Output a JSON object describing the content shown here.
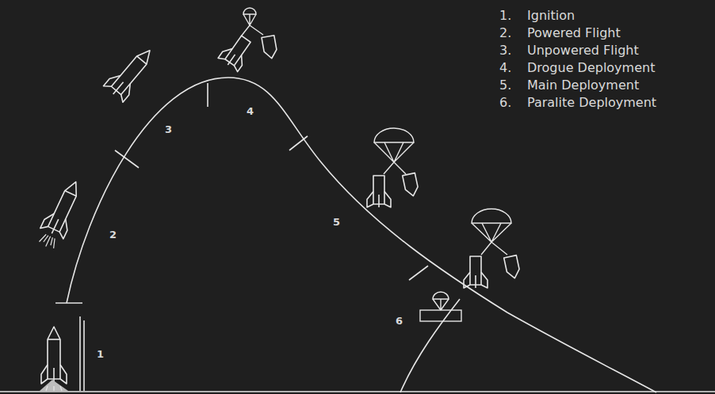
{
  "diagram": {
    "labels": [
      "1",
      "2",
      "3",
      "4",
      "5",
      "6",
      "1.",
      "Ignition",
      "2.",
      "Powered Flight",
      "3.",
      "Unpowered Flight",
      "4.",
      "Drogue Deployment",
      "5.",
      "Main Deployment",
      "6.",
      "Paralite Deployment"
    ]
  }
}
